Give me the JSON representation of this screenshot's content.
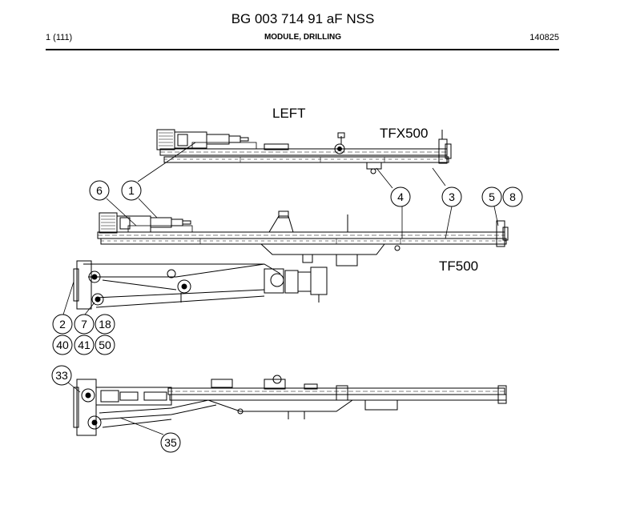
{
  "header": {
    "title": "BG 003 714 91 aF NSS",
    "page": "1 (111)",
    "section": "MODULE, DRILLING",
    "code": "140825"
  },
  "labels": {
    "left": "LEFT",
    "tfx500": "TFX500",
    "tf500": "TF500"
  },
  "callouts": [
    "6",
    "1",
    "4",
    "3",
    "5",
    "8",
    "2",
    "7",
    "18",
    "40",
    "41",
    "50",
    "33",
    "35"
  ]
}
